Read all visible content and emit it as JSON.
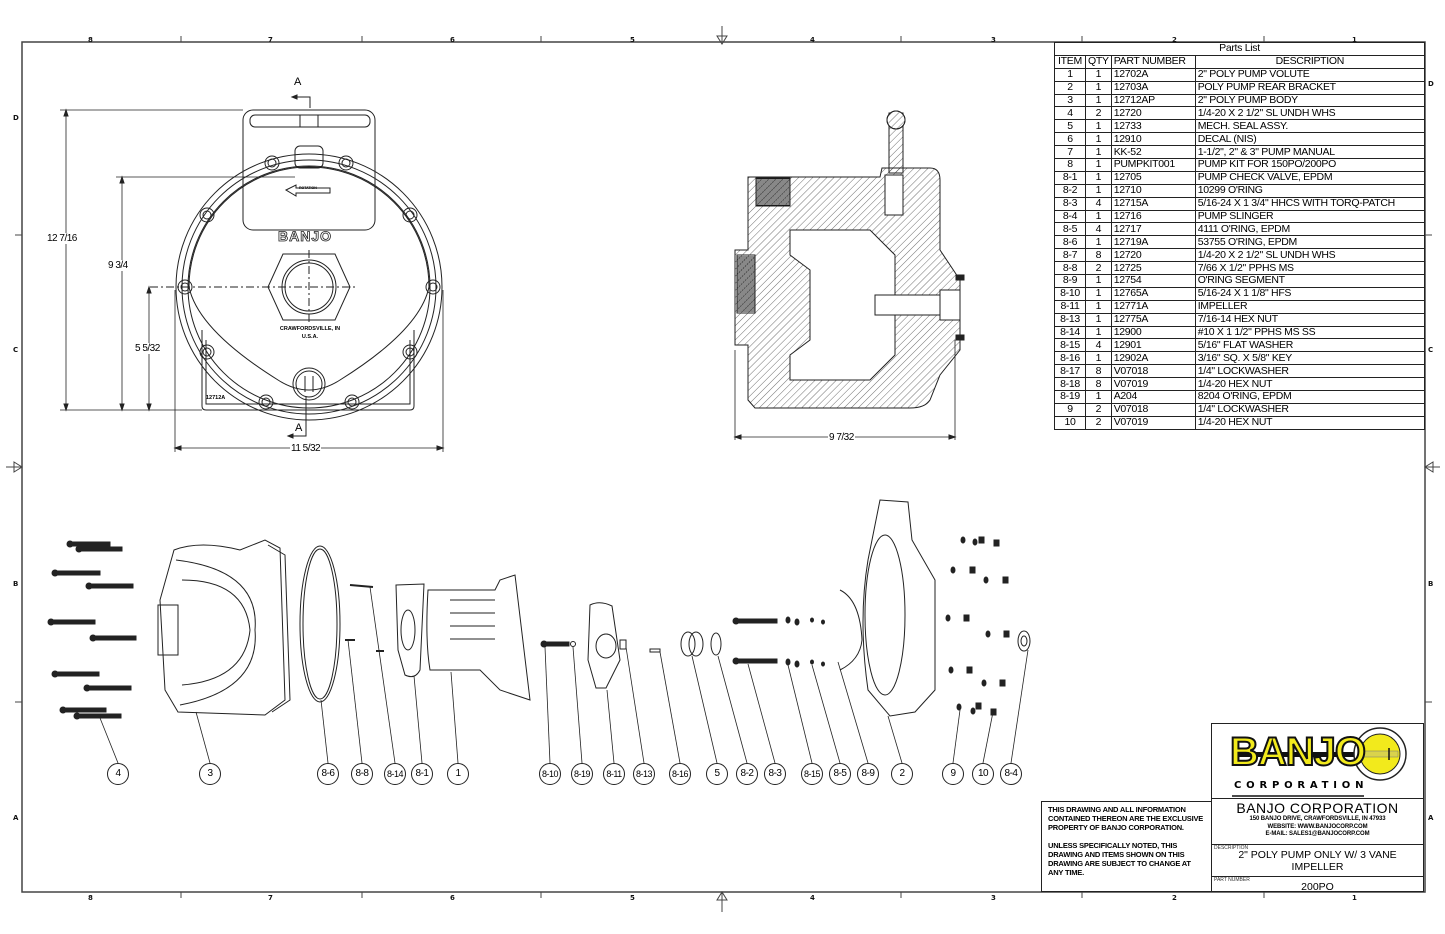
{
  "sheet": {
    "column_labels_top": [
      "8",
      "7",
      "6",
      "5",
      "4",
      "3",
      "2",
      "1"
    ],
    "column_labels_bottom": [
      "8",
      "7",
      "6",
      "5",
      "4",
      "3",
      "2",
      "1"
    ],
    "row_labels_left": [
      "D",
      "C",
      "B",
      "A"
    ],
    "row_labels_right": [
      "D",
      "C",
      "B",
      "A"
    ]
  },
  "front_view": {
    "section_marker": "A",
    "casting_number": "12712A",
    "cast_text_brand": "BANJO",
    "cast_text_location": [
      "CRAWFORDSVILLE, IN",
      "U.S.A."
    ],
    "rotation_arrow_label": "ROTATION",
    "dimensions": {
      "overall_height": "12 7/16",
      "outlet_height": "9 3/4",
      "center_height": "5 5/32",
      "overall_width": "11 5/32"
    }
  },
  "section_view": {
    "dimensions": {
      "overall_depth": "9 7/32"
    }
  },
  "parts_list": {
    "title": "Parts List",
    "columns": [
      "ITEM",
      "QTY",
      "PART NUMBER",
      "DESCRIPTION"
    ],
    "rows": [
      {
        "item": "1",
        "qty": "1",
        "part_number": "12702A",
        "description": "2\" POLY PUMP VOLUTE"
      },
      {
        "item": "2",
        "qty": "1",
        "part_number": "12703A",
        "description": "POLY PUMP REAR BRACKET"
      },
      {
        "item": "3",
        "qty": "1",
        "part_number": "12712AP",
        "description": "2\" POLY PUMP BODY"
      },
      {
        "item": "4",
        "qty": "2",
        "part_number": "12720",
        "description": "1/4-20 X 2 1/2\" SL UNDH WHS"
      },
      {
        "item": "5",
        "qty": "1",
        "part_number": "12733",
        "description": "MECH. SEAL ASSY."
      },
      {
        "item": "6",
        "qty": "1",
        "part_number": "12910",
        "description": "DECAL (NIS)"
      },
      {
        "item": "7",
        "qty": "1",
        "part_number": "KK-52",
        "description": "1-1/2\", 2\" & 3\" PUMP MANUAL"
      },
      {
        "item": "8",
        "qty": "1",
        "part_number": "PUMPKIT001",
        "description": "PUMP KIT FOR 150PO/200PO"
      },
      {
        "item": "8-1",
        "qty": "1",
        "part_number": "12705",
        "description": "PUMP CHECK VALVE, EPDM"
      },
      {
        "item": "8-2",
        "qty": "1",
        "part_number": "12710",
        "description": "10299 O'RING"
      },
      {
        "item": "8-3",
        "qty": "4",
        "part_number": "12715A",
        "description": "5/16-24 X 1 3/4\" HHCS WITH TORQ-PATCH"
      },
      {
        "item": "8-4",
        "qty": "1",
        "part_number": "12716",
        "description": "PUMP SLINGER"
      },
      {
        "item": "8-5",
        "qty": "4",
        "part_number": "12717",
        "description": "4111 O'RING, EPDM"
      },
      {
        "item": "8-6",
        "qty": "1",
        "part_number": "12719A",
        "description": "53755 O'RING, EPDM"
      },
      {
        "item": "8-7",
        "qty": "8",
        "part_number": "12720",
        "description": "1/4-20 X 2 1/2\" SL UNDH WHS"
      },
      {
        "item": "8-8",
        "qty": "2",
        "part_number": "12725",
        "description": "7/66 X 1/2\" PPHS MS"
      },
      {
        "item": "8-9",
        "qty": "1",
        "part_number": "12754",
        "description": "O'RING SEGMENT"
      },
      {
        "item": "8-10",
        "qty": "1",
        "part_number": "12765A",
        "description": "5/16-24 X 1 1/8\" HFS"
      },
      {
        "item": "8-11",
        "qty": "1",
        "part_number": "12771A",
        "description": "IMPELLER"
      },
      {
        "item": "8-13",
        "qty": "1",
        "part_number": "12775A",
        "description": "7/16-14 HEX NUT"
      },
      {
        "item": "8-14",
        "qty": "1",
        "part_number": "12900",
        "description": "#10 X 1 1/2\" PPHS MS SS"
      },
      {
        "item": "8-15",
        "qty": "4",
        "part_number": "12901",
        "description": "5/16\" FLAT WASHER"
      },
      {
        "item": "8-16",
        "qty": "1",
        "part_number": "12902A",
        "description": "3/16\" SQ. X 5/8\" KEY"
      },
      {
        "item": "8-17",
        "qty": "8",
        "part_number": "V07018",
        "description": "1/4\" LOCKWASHER"
      },
      {
        "item": "8-18",
        "qty": "8",
        "part_number": "V07019",
        "description": "1/4-20 HEX NUT"
      },
      {
        "item": "8-19",
        "qty": "1",
        "part_number": "A204",
        "description": "8204 O'RING, EPDM"
      },
      {
        "item": "9",
        "qty": "2",
        "part_number": "V07018",
        "description": "1/4\" LOCKWASHER"
      },
      {
        "item": "10",
        "qty": "2",
        "part_number": "V07019",
        "description": "1/4-20 HEX NUT"
      }
    ]
  },
  "exploded_view": {
    "balloons": [
      "4",
      "3",
      "8-6",
      "8-8",
      "8-14",
      "8-1",
      "1",
      "8-10",
      "8-19",
      "8-11",
      "8-13",
      "8-16",
      "5",
      "8-2",
      "8-3",
      "8-15",
      "8-5",
      "8-9",
      "2",
      "9",
      "10",
      "8-4"
    ]
  },
  "title_block": {
    "logo_text": "BANJO",
    "logo_subtext": "CORPORATION",
    "brand_colors": {
      "yellow": "#f2ea1c",
      "black": "#111111"
    },
    "company_name": "BANJO CORPORATION",
    "address": "150 BANJO DRIVE, CRAWFORDSVILLE, IN 47933",
    "website": "WEBSITE: WWW.BANJOCORP.COM",
    "email": "E-MAIL: SALES1@BANJOCORP.COM",
    "description_label": "DESCRIPTION",
    "description_lines": [
      "2\" POLY PUMP ONLY W/ 3 VANE",
      "IMPELLER"
    ],
    "part_number_label": "PART NUMBER",
    "part_number": "200PO"
  },
  "notice": {
    "paragraph_1": "THIS DRAWING AND ALL INFORMATION CONTAINED THEREON ARE THE EXCLUSIVE PROPERTY OF BANJO CORPORATION.",
    "paragraph_2": "UNLESS SPECIFICALLY NOTED, THIS DRAWING AND ITEMS SHOWN ON THIS DRAWING ARE SUBJECT TO CHANGE AT ANY TIME."
  }
}
